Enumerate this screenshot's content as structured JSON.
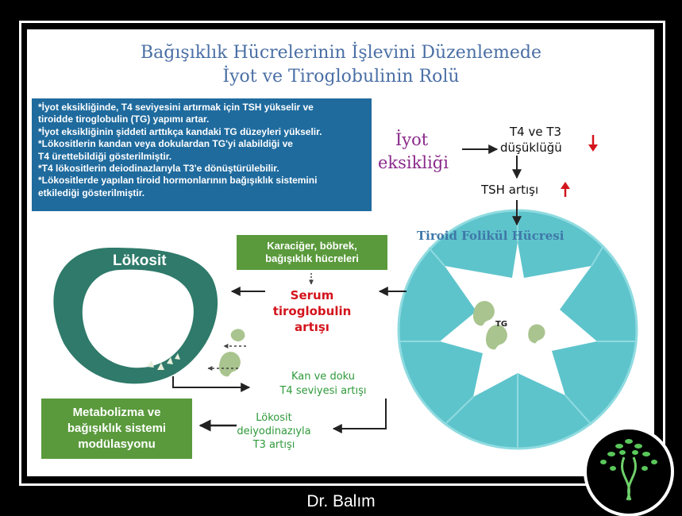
{
  "title": {
    "line1": "Bağışıklık Hücrelerinin İşlevini Düzenlemede",
    "line2": "İyot ve Tiroglobulinin Rolü"
  },
  "info": {
    "lines": [
      "*İyot eksikliğinde, T4 seviyesini artırmak için TSH yükselir ve",
      "tiroidde tiroglobulin (TG) yapımı artar.",
      "*İyot eksikliğinin şiddeti arttıkça kandaki TG düzeyleri yükselir.",
      "*Lökositlerin kandan veya dokulardan TG'yi alabildiği ve",
      "T4 ürettebildiği gösterilmiştir.",
      "*T4 lökositlerin  deiodinazlarıyla T3'e dönüştürülebilir.",
      "*Lökositlerde yapılan tiroid hormonlarının bağışıklık sistemini",
      "etkilediği gösterilmiştir."
    ]
  },
  "flow": {
    "iodine_line1": "İyot",
    "iodine_line2": "eksikliği",
    "t4t3_line1": "T4 ve T3",
    "t4t3_line2": "düşüklüğü",
    "tsh": "TSH artışı",
    "follicle": "Tiroid Folikül Hücresi",
    "tg": "TG"
  },
  "sources_box": {
    "line1": "Karaciğer, böbrek,",
    "line2": "bağışıklık hücreleri"
  },
  "serum": {
    "line1": "Serum",
    "line2": "tiroglobulin",
    "line3": "artışı"
  },
  "leukocyte_label": "Lökosit",
  "blood_t4": {
    "line1": "Kan ve doku",
    "line2": "T4 seviyesi artışı"
  },
  "leuk_t3": {
    "line1": "Lökosit",
    "line2": "deiyodinazıyla",
    "line3": "T3 artışı"
  },
  "result_box": {
    "line1": "Metabolizma ve",
    "line2": "bağışıklık sistemi",
    "line3": "modülasyonu"
  },
  "footer": "Dr. Balım",
  "colors": {
    "title": "#4a6fa5",
    "info_bg": "#1f6b9e",
    "green_box": "#5a9a3c",
    "leukocyte": "#2f7a6a",
    "follicle": "#5ec4cc",
    "tg_blob": "#a9c48e",
    "serum_text": "#d4141c",
    "green_text": "#2e9a3a",
    "iodine_text": "#8a2a8a",
    "arrow_up": "#d4141c"
  },
  "icons": {
    "arrow_down": "down-arrow-icon",
    "arrow_up": "up-arrow-icon",
    "logo": "dna-tree-logo-icon"
  }
}
